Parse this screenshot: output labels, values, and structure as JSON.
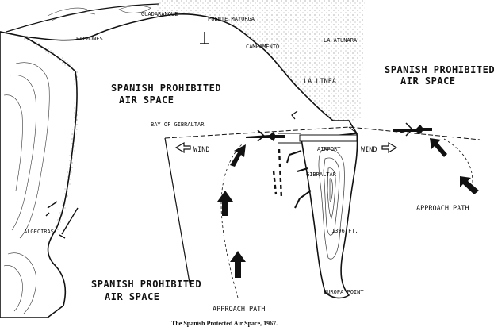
{
  "caption": "The Spanish Protected Air Space, 1967.",
  "places": {
    "guadarranque": "GUADARANQUE",
    "puente_mayorga": "PUENTE MAYORGA",
    "palmones": "PALMONES",
    "campamento": "CAMPAMENTO",
    "la_atunara": "LA ATUNARA",
    "la_linea": "LA LINEA",
    "bay": "BAY OF GIBRALTAR",
    "gibraltar": "GIBRALTAR",
    "algeciras": "ALGECIRAS",
    "europa_point": "EUROPA POINT",
    "airport": "AIRPORT",
    "summit": "1396 FT."
  },
  "zones": {
    "north_line1": "SPANISH PROHIBITED",
    "north_line2": "AIR SPACE",
    "east_line1": "SPANISH PROHIBITED",
    "east_line2": "AIR SPACE",
    "south_line1": "SPANISH PROHIBITED",
    "south_line2": "AIR SPACE"
  },
  "wind": {
    "west": "WIND",
    "east": "WIND"
  },
  "approach": {
    "south": "APPROACH PATH",
    "east": "APPROACH PATH"
  },
  "colors": {
    "ink": "#111111",
    "paper": "#ffffff"
  }
}
